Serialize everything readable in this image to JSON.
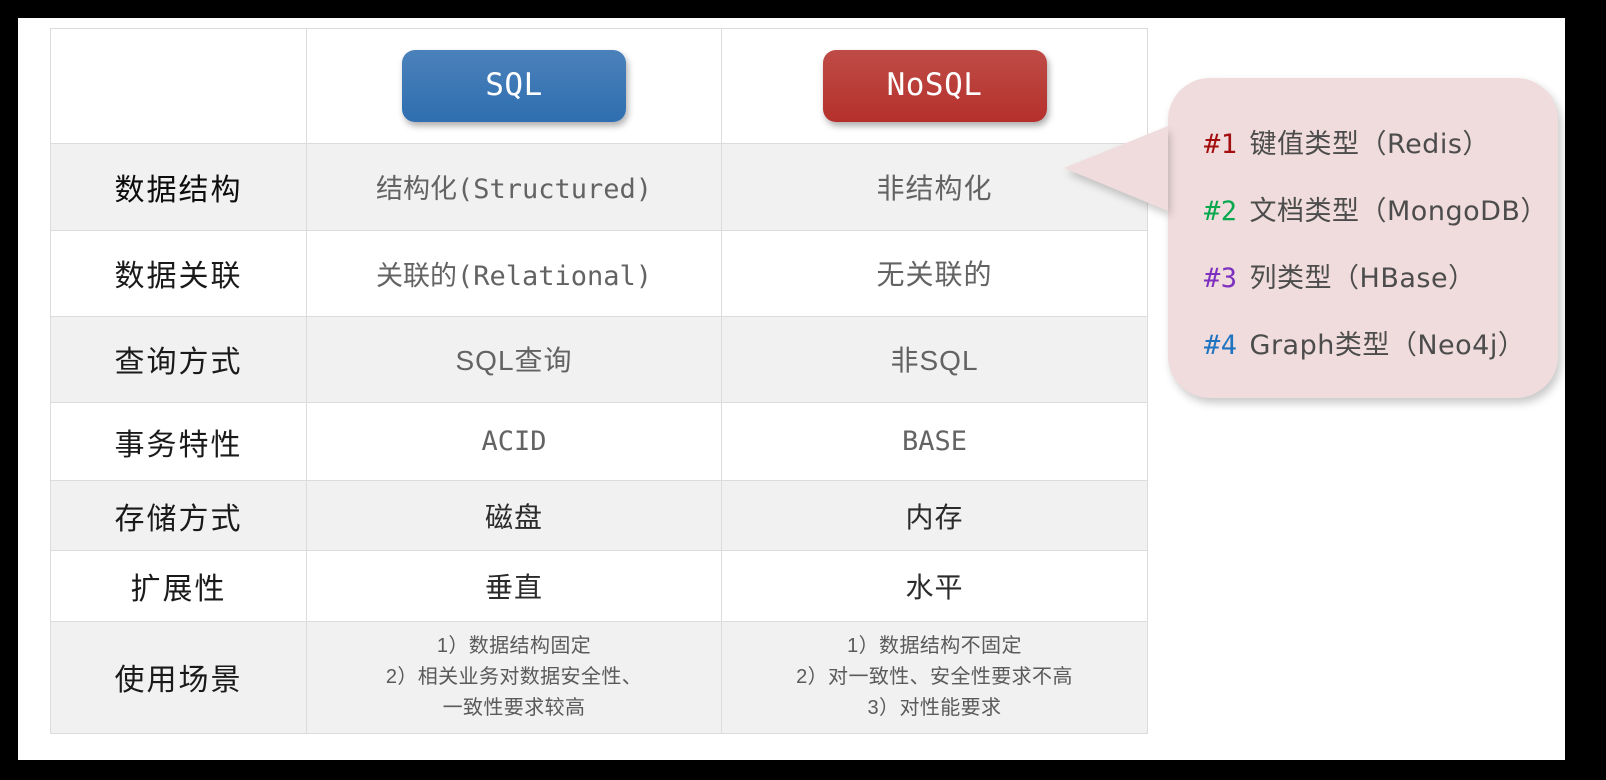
{
  "frame": {
    "border_color": "#000000",
    "page_background": "#ffffff"
  },
  "table": {
    "header": {
      "label_column": "",
      "sql": {
        "label": "SQL",
        "color": "#2f6eb0"
      },
      "nosql": {
        "label": "NoSQL",
        "color": "#b5302b"
      }
    },
    "rows": [
      {
        "label": "数据结构",
        "label_bold": true,
        "sql": "结构化(Structured)",
        "nosql": "非结构化",
        "shaded": true,
        "mono": true
      },
      {
        "label": "数据关联",
        "label_bold": false,
        "sql": "关联的(Relational)",
        "nosql": "无关联的",
        "shaded": false,
        "mono": true
      },
      {
        "label": "查询方式",
        "label_bold": false,
        "sql": "SQL查询",
        "nosql": "非SQL",
        "shaded": true,
        "mono": false
      },
      {
        "label": "事务特性",
        "label_bold": false,
        "sql": "ACID",
        "nosql": "BASE",
        "shaded": false,
        "mono": true
      },
      {
        "label": "存储方式",
        "label_bold": false,
        "sql": "磁盘",
        "nosql": "内存",
        "shaded": true,
        "mono": false
      },
      {
        "label": "扩展性",
        "label_bold": false,
        "sql": "垂直",
        "nosql": "水平",
        "shaded": false,
        "mono": false
      }
    ],
    "usage_row": {
      "label": "使用场景",
      "shaded": true,
      "sql_lines": [
        "1）数据结构固定",
        "2）相关业务对数据安全性、",
        "一致性要求较高"
      ],
      "nosql_lines": [
        "1）数据结构不固定",
        "2）对一致性、安全性要求不高",
        "3）对性能要求"
      ]
    }
  },
  "callout": {
    "background": "#f0dcdc",
    "items": [
      {
        "tag": "#1",
        "tag_color": "#a30f0f",
        "text": "键值类型（Redis）"
      },
      {
        "tag": "#2",
        "tag_color": "#07a84e",
        "text": "文档类型（MongoDB）"
      },
      {
        "tag": "#3",
        "tag_color": "#7d2fc0",
        "text": "列类型（HBase）"
      },
      {
        "tag": "#4",
        "tag_color": "#1f73c1",
        "text": "Graph类型（Neo4j）"
      }
    ]
  }
}
